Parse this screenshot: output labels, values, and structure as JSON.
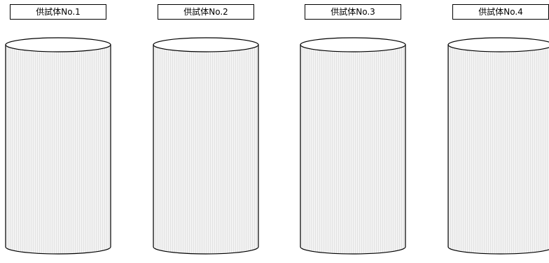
{
  "specimens": [
    {
      "label": "供試体No.1"
    },
    {
      "label": "供試体No.2"
    },
    {
      "label": "供試体No.3"
    },
    {
      "label": "供試体No.4"
    }
  ],
  "colors": {
    "body_fill": "#f3f3f3",
    "stripe": "#e2e2e2",
    "outline": "#000000"
  }
}
